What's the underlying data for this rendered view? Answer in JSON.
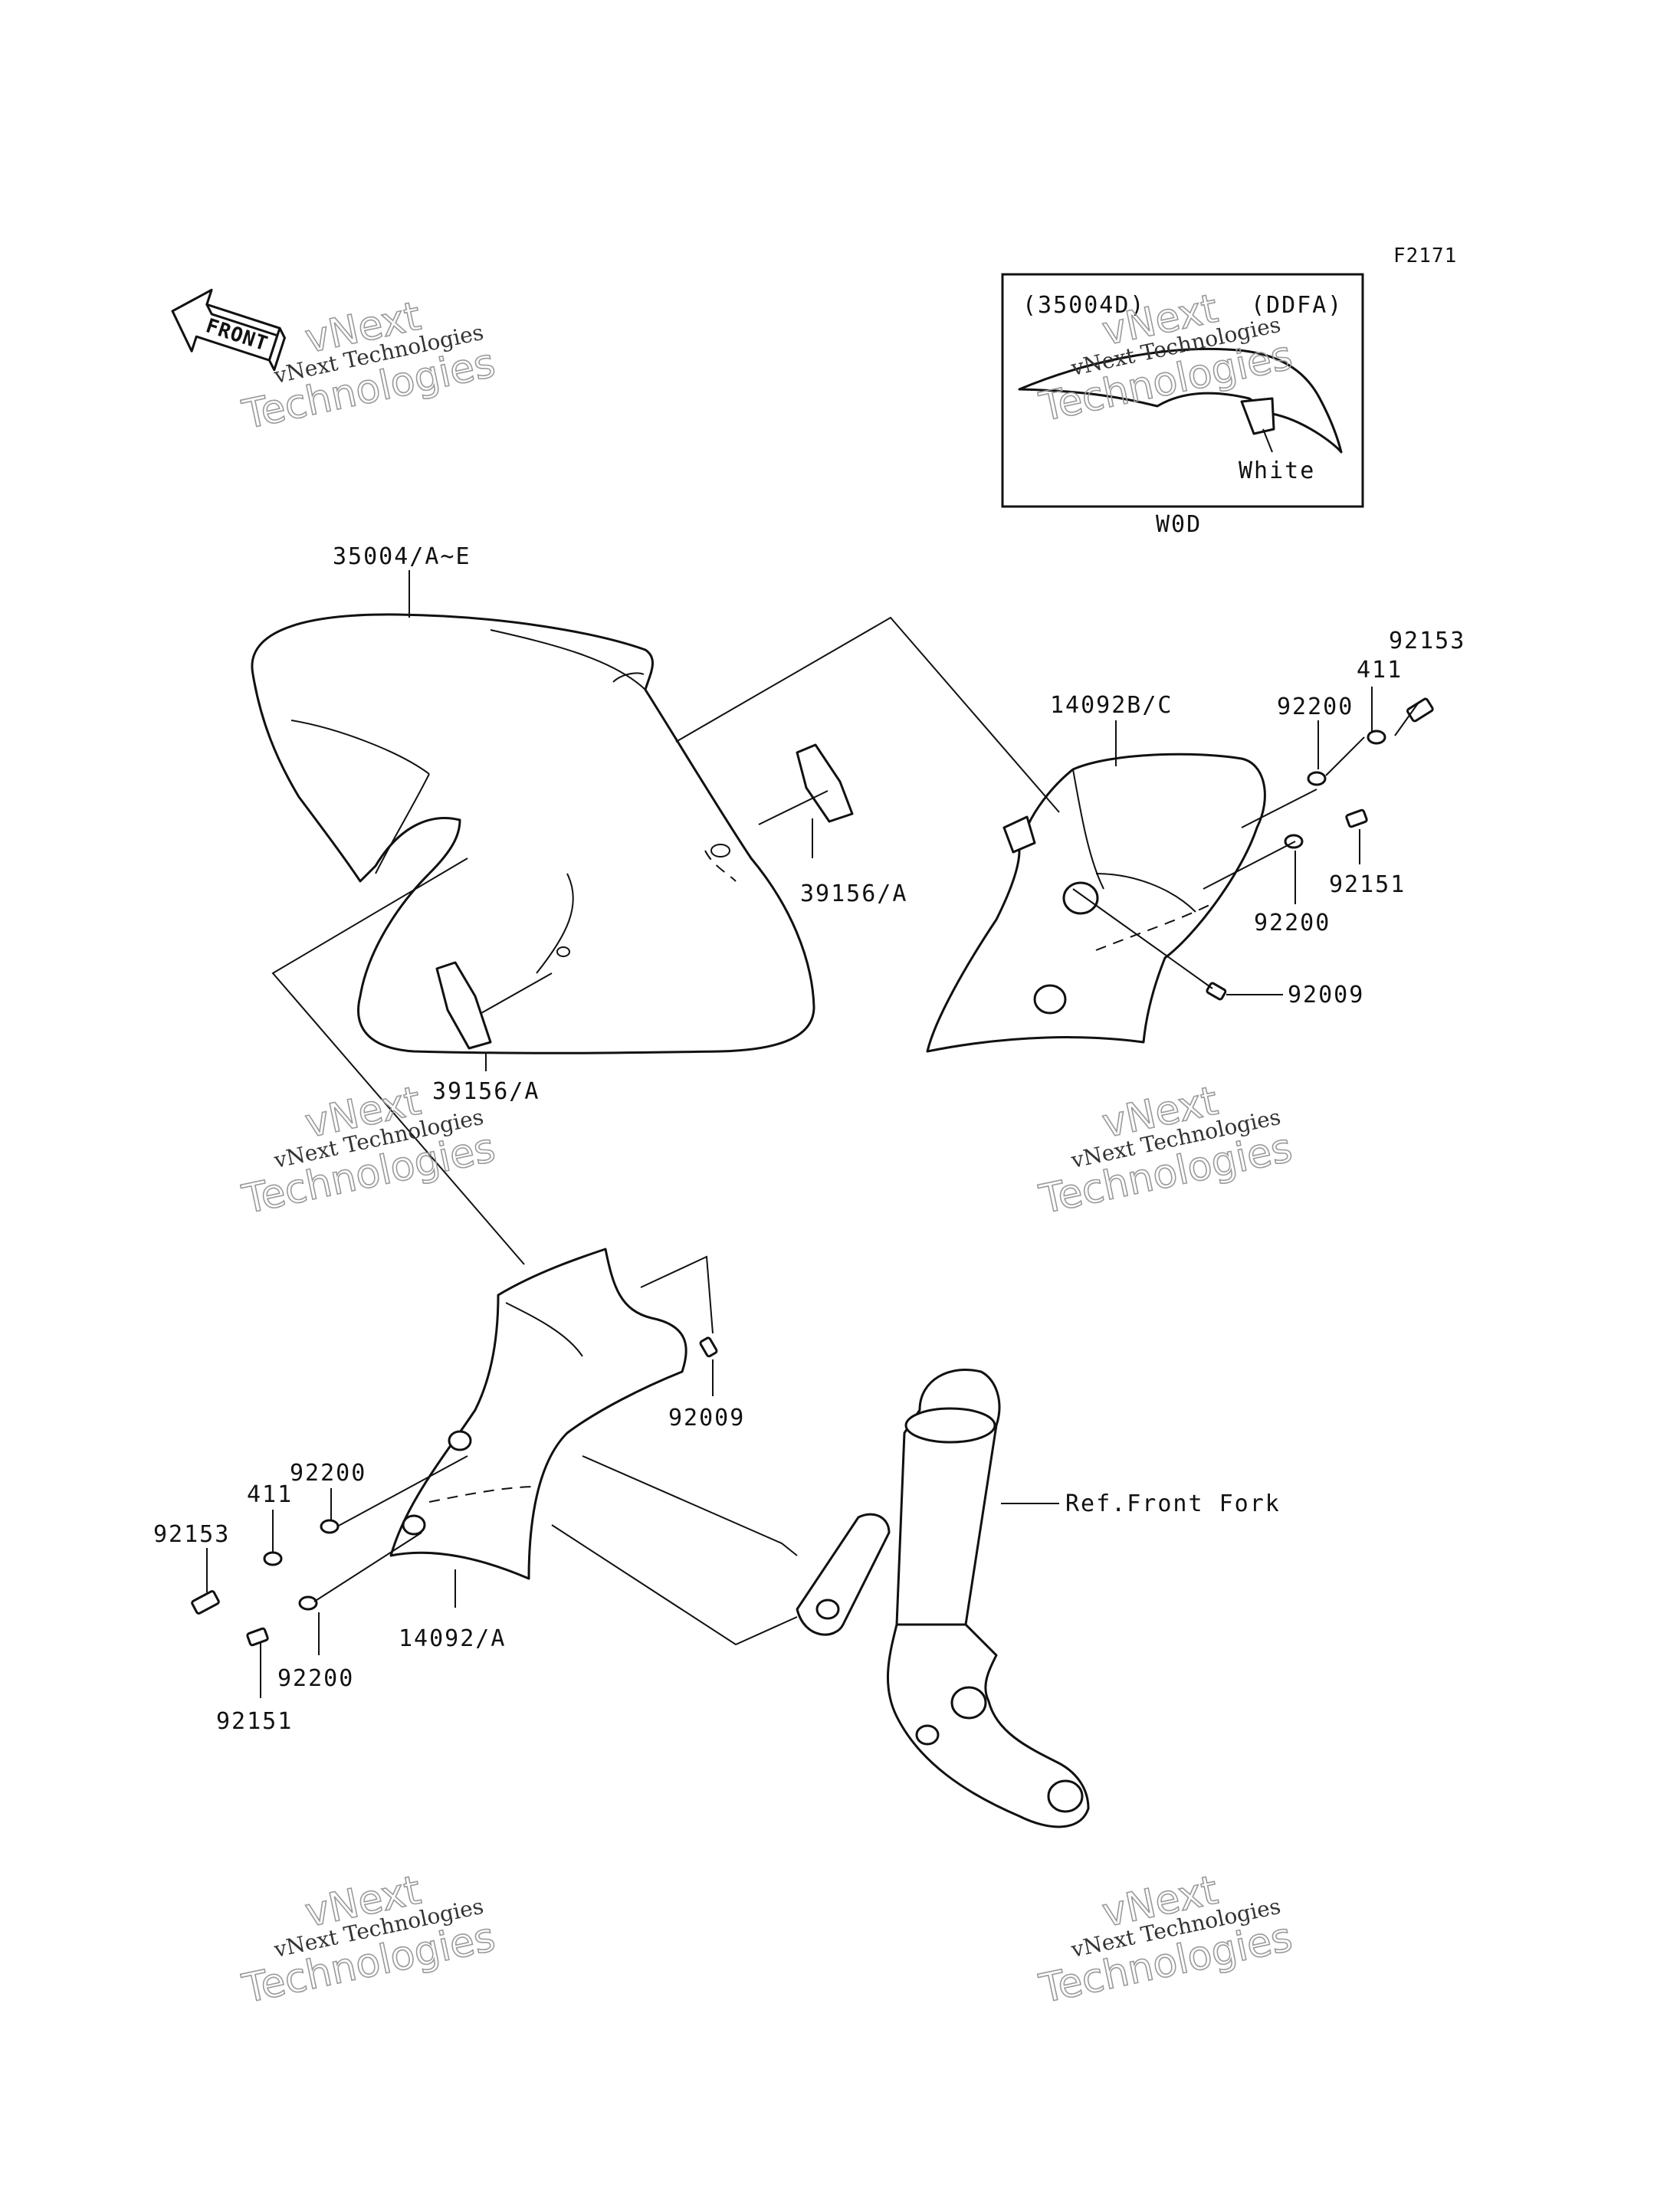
{
  "figure_code": "F2171",
  "front_arrow_label": "FRONT",
  "inset": {
    "left_code": "(35004D)",
    "right_code": "(DDFA)",
    "color_note": "White",
    "caption": "W0D"
  },
  "callouts": {
    "fender_main": "35004/A~E",
    "fender_rear_part": "14092B/C",
    "label_upper": "39156/A",
    "label_lower": "39156/A",
    "bolt_top_right": "92153",
    "washer_411_right": "411",
    "washer_92200_right_upper": "92200",
    "bolt_92151_right": "92151",
    "washer_92200_right_lower": "92200",
    "screw_92009_right": "92009",
    "screw_92009_left": "92009",
    "washer_92200_left_upper": "92200",
    "washer_411_left": "411",
    "bolt_92153_left": "92153",
    "washer_92200_left_lower": "92200",
    "bolt_92151_left": "92151",
    "lower_cover": "14092/A",
    "fork_ref": "Ref.Front Fork"
  },
  "watermark": {
    "line1": "vNext",
    "line2": "vNext Technologies",
    "line3": "Technologies"
  }
}
